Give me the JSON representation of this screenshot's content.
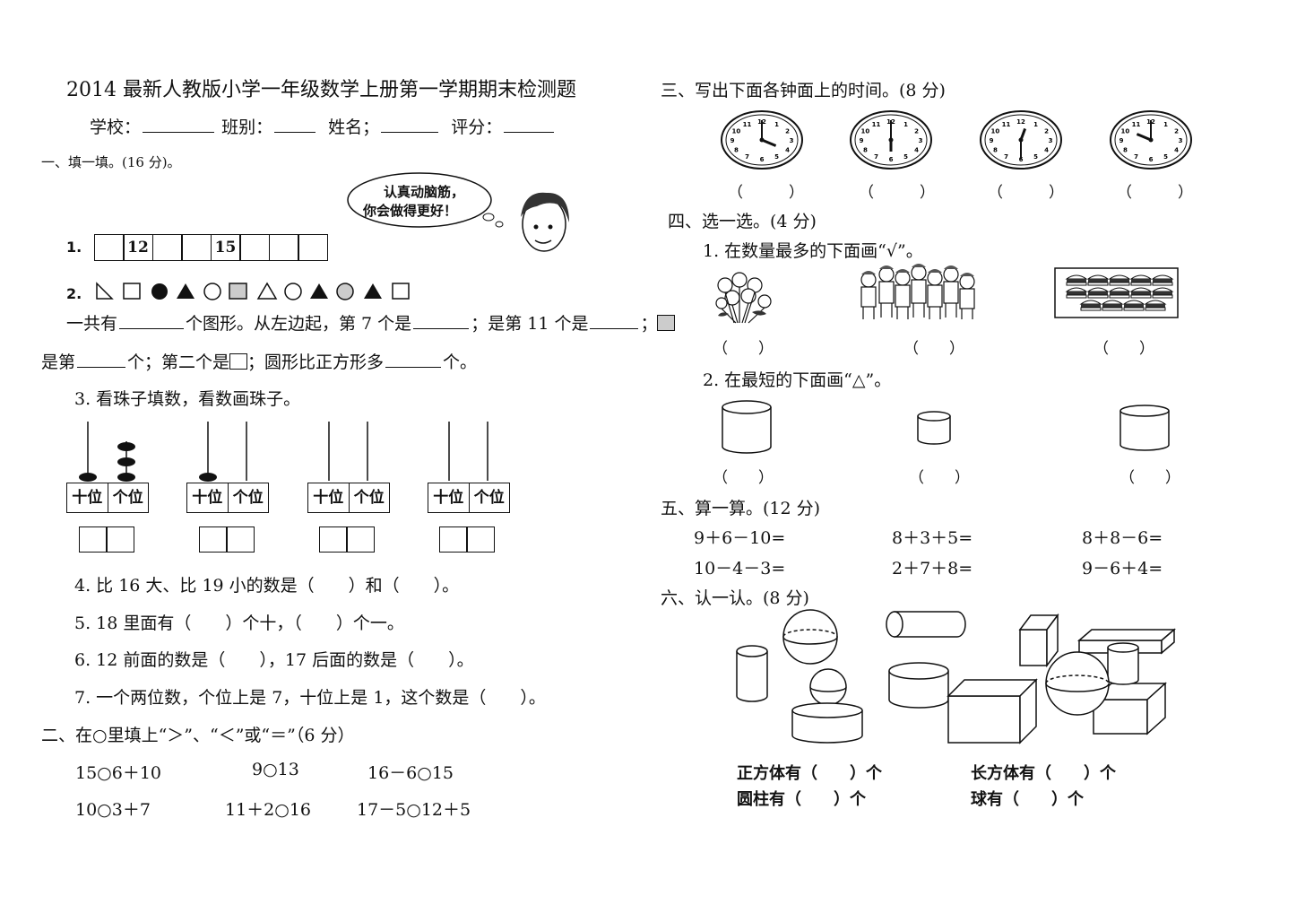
{
  "title": "2014 最新人教版小学一年级数学上册第一学期期末检测题",
  "header": {
    "school": "学校：",
    "class": "班别：",
    "name": "姓名；",
    "score": "评分："
  },
  "s1": {
    "heading": "一、填一填。(16 分)。",
    "bubble": [
      "认真动脑筋，",
      "你会做得更好！"
    ],
    "q1": {
      "num": "1.",
      "boxes": [
        "",
        "12",
        "",
        "",
        "15",
        "",
        "",
        ""
      ]
    },
    "q2": {
      "num": "2.",
      "line1a": "一共有",
      "line1b": "个图形。从左边起，第 7 个是",
      "line1c": "；是第 11 个是",
      "line1d": "；",
      "line2a": "是第",
      "line2b": "个；第二个是",
      "line2c": "；圆形比正方形多",
      "line2d": "个。",
      "shapes": [
        "right-triangle",
        "square",
        "filled-circle",
        "filled-triangle",
        "circle",
        "gray-square",
        "triangle",
        "circle",
        "filled-triangle",
        "gray-circle",
        "filled-triangle",
        "square"
      ]
    },
    "q3": {
      "text": "3. 看珠子填数，看数画珠子。",
      "tens": "十位",
      "ones": "个位",
      "abacus": [
        {
          "tens": 1,
          "ones": 3
        },
        {
          "tens": 1,
          "ones": 0
        },
        {
          "tens": 0,
          "ones": 0
        },
        {
          "tens": 0,
          "ones": 0
        }
      ]
    },
    "q4": "4. 比 16 大、比 19 小的数是（　　）和（　　）。",
    "q5": "5. 18 里面有（　　）个十，（　　）个一。",
    "q6": "6. 12 前面的数是（　　），17 后面的数是（　　）。",
    "q7": "7. 一个两位数，个位上是 7，十位上是 1，这个数是（　　）。"
  },
  "s2": {
    "heading": "二、在○里填上“＞”、“＜”或“＝”（6 分）",
    "items": [
      "15○6＋10",
      "9○13",
      "16－6○15",
      "10○3＋7",
      "11＋2○16",
      "17－5○12＋5"
    ]
  },
  "s3": {
    "heading": "三、写出下面各钟面上的时间。(8 分)",
    "clocks": [
      {
        "h": 4,
        "m": 0
      },
      {
        "h": 6,
        "m": 0
      },
      {
        "h": 12,
        "m": 30
      },
      {
        "h": 10,
        "m": 0
      }
    ],
    "paren": "（　　　）"
  },
  "s4": {
    "heading": "四、选一选。(4 分)",
    "q1": "1. 在数量最多的下面画“√”。",
    "q2": "2. 在最短的下面画“△”。",
    "paren": "（　　）"
  },
  "s5": {
    "heading": "五、算一算。(12 分)",
    "items": [
      "9＋6－10=",
      "8＋3＋5=",
      "8＋8－6=",
      "10－4－3=",
      "2＋7＋8=",
      "9－6＋4="
    ]
  },
  "s6": {
    "heading": "六、认一认。(8 分)",
    "a1": "正方体有（　　）个",
    "a2": "长方体有（　　）个",
    "a3": "圆柱有（　　）个",
    "a4": "球有（　　）个"
  }
}
